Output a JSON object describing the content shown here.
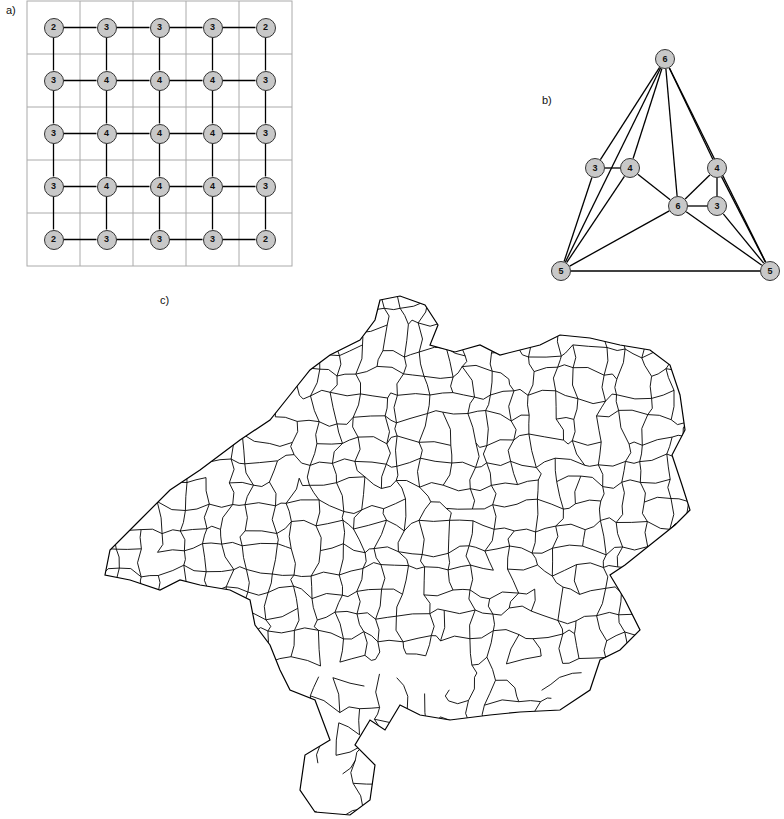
{
  "diagram": {
    "nodes": [
      {
        "text": [
          "2"
        ]
      },
      {
        "text": [
          "3"
        ]
      },
      {
        "text": [
          "3"
        ]
      },
      {
        "text": [
          "3"
        ]
      },
      {
        "text": [
          "2"
        ]
      },
      {
        "text": [
          "3"
        ]
      },
      {
        "text": [
          "4"
        ]
      },
      {
        "text": [
          "4"
        ]
      },
      {
        "text": [
          "4"
        ]
      },
      {
        "text": [
          "3"
        ]
      },
      {
        "text": [
          "3"
        ]
      },
      {
        "text": [
          "4"
        ]
      },
      {
        "text": [
          "4"
        ]
      },
      {
        "text": [
          "4"
        ]
      },
      {
        "text": [
          "3"
        ]
      },
      {
        "text": [
          "3"
        ]
      },
      {
        "text": [
          "4"
        ]
      },
      {
        "text": [
          "4"
        ]
      },
      {
        "text": [
          "4"
        ]
      },
      {
        "text": [
          "3"
        ]
      },
      {
        "text": [
          "2"
        ]
      },
      {
        "text": [
          "3"
        ]
      },
      {
        "text": [
          "3"
        ]
      },
      {
        "text": [
          "3"
        ]
      },
      {
        "text": [
          "2"
        ]
      },
      {
        "text": [
          "6"
        ]
      },
      {
        "text": [
          "3"
        ]
      },
      {
        "text": [
          "4"
        ]
      },
      {
        "text": [
          "4"
        ]
      },
      {
        "text": [
          "6"
        ]
      },
      {
        "text": [
          "3"
        ]
      },
      {
        "text": [
          "5"
        ]
      },
      {
        "text": [
          "5"
        ]
      }
    ],
    "edges": [
      {
        "from": 0,
        "to": 1,
        "arrow": "none"
      },
      {
        "from": 1,
        "to": 2,
        "arrow": "none"
      },
      {
        "from": 2,
        "to": 3,
        "arrow": "none"
      },
      {
        "from": 3,
        "to": 4,
        "arrow": "none"
      },
      {
        "from": 5,
        "to": 6,
        "arrow": "none"
      },
      {
        "from": 6,
        "to": 7,
        "arrow": "none"
      },
      {
        "from": 7,
        "to": 8,
        "arrow": "none"
      },
      {
        "from": 8,
        "to": 9,
        "arrow": "none"
      },
      {
        "from": 10,
        "to": 11,
        "arrow": "none"
      },
      {
        "from": 11,
        "to": 12,
        "arrow": "none"
      },
      {
        "from": 12,
        "to": 13,
        "arrow": "none"
      },
      {
        "from": 13,
        "to": 14,
        "arrow": "none"
      },
      {
        "from": 15,
        "to": 16,
        "arrow": "none"
      },
      {
        "from": 16,
        "to": 17,
        "arrow": "none"
      },
      {
        "from": 17,
        "to": 18,
        "arrow": "none"
      },
      {
        "from": 18,
        "to": 19,
        "arrow": "none"
      },
      {
        "from": 20,
        "to": 21,
        "arrow": "none"
      },
      {
        "from": 21,
        "to": 22,
        "arrow": "none"
      },
      {
        "from": 22,
        "to": 23,
        "arrow": "none"
      },
      {
        "from": 23,
        "to": 24,
        "arrow": "none"
      },
      {
        "from": 0,
        "to": 5,
        "arrow": "none"
      },
      {
        "from": 1,
        "to": 6,
        "arrow": "none"
      },
      {
        "from": 2,
        "to": 7,
        "arrow": "none"
      },
      {
        "from": 3,
        "to": 8,
        "arrow": "none"
      },
      {
        "from": 4,
        "to": 9,
        "arrow": "none"
      },
      {
        "from": 5,
        "to": 10,
        "arrow": "none"
      },
      {
        "from": 6,
        "to": 11,
        "arrow": "none"
      },
      {
        "from": 7,
        "to": 12,
        "arrow": "none"
      },
      {
        "from": 8,
        "to": 13,
        "arrow": "none"
      },
      {
        "from": 9,
        "to": 14,
        "arrow": "none"
      },
      {
        "from": 10,
        "to": 15,
        "arrow": "none"
      },
      {
        "from": 11,
        "to": 16,
        "arrow": "none"
      },
      {
        "from": 12,
        "to": 17,
        "arrow": "none"
      },
      {
        "from": 13,
        "to": 18,
        "arrow": "none"
      },
      {
        "from": 14,
        "to": 19,
        "arrow": "none"
      },
      {
        "from": 15,
        "to": 20,
        "arrow": "none"
      },
      {
        "from": 16,
        "to": 21,
        "arrow": "none"
      },
      {
        "from": 17,
        "to": 22,
        "arrow": "none"
      },
      {
        "from": 18,
        "to": 23,
        "arrow": "none"
      },
      {
        "from": 19,
        "to": 24,
        "arrow": "none"
      },
      {
        "from": 25,
        "to": 31,
        "arrow": "none"
      },
      {
        "from": 25,
        "to": 32,
        "arrow": "none"
      },
      {
        "from": 25,
        "to": 26,
        "arrow": "none"
      },
      {
        "from": 25,
        "to": 27,
        "arrow": "none"
      },
      {
        "from": 25,
        "to": 29,
        "arrow": "none"
      },
      {
        "from": 25,
        "to": 28,
        "arrow": "none"
      },
      {
        "from": 26,
        "to": 27,
        "arrow": "none"
      },
      {
        "from": 26,
        "to": 31,
        "arrow": "none"
      },
      {
        "from": 27,
        "to": 29,
        "arrow": "none"
      },
      {
        "from": 27,
        "to": 31,
        "arrow": "none"
      },
      {
        "from": 28,
        "to": 30,
        "arrow": "none"
      },
      {
        "from": 28,
        "to": 32,
        "arrow": "none"
      },
      {
        "from": 28,
        "to": 29,
        "arrow": "none"
      },
      {
        "from": 29,
        "to": 30,
        "arrow": "none"
      },
      {
        "from": 30,
        "to": 32,
        "arrow": "none"
      },
      {
        "from": 29,
        "to": 31,
        "arrow": "none"
      },
      {
        "from": 29,
        "to": 32,
        "arrow": "none"
      },
      {
        "from": 31,
        "to": 32,
        "arrow": "none"
      }
    ],
    "labels": [
      "a)",
      "b)",
      "c)"
    ]
  }
}
